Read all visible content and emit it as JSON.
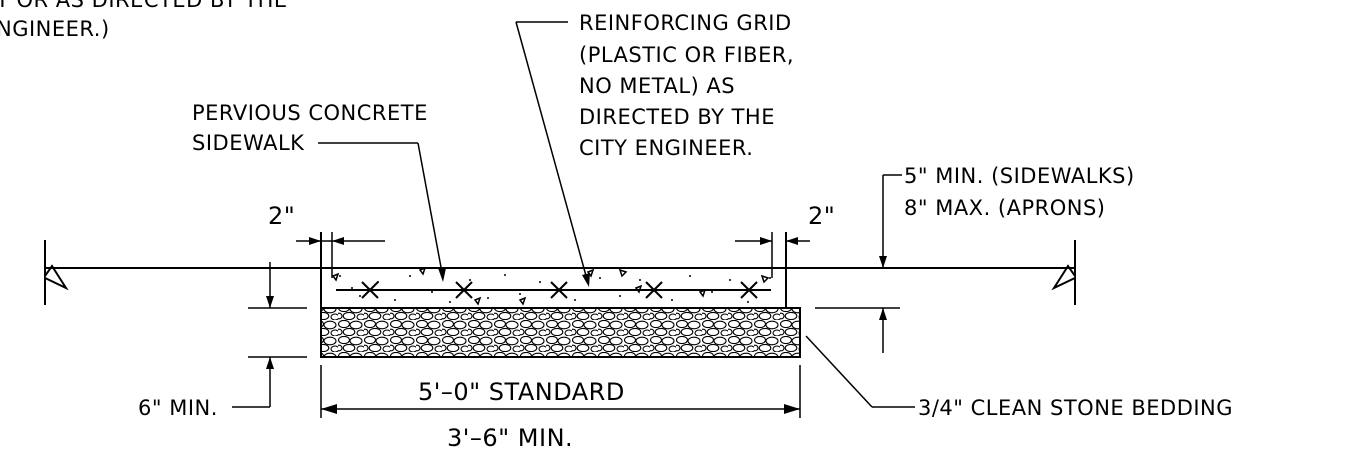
{
  "notes": {
    "top_left_line1": "T OR AS DIRECTED BY THE",
    "top_left_line2": "NGINEER.)",
    "grid_line1": "REINFORCING GRID",
    "grid_line2": "(PLASTIC OR FIBER,",
    "grid_line3": "NO METAL) AS",
    "grid_line4": "DIRECTED BY THE",
    "grid_line5": "CITY ENGINEER.",
    "sidewalk_line1": "PERVIOUS CONCRETE",
    "sidewalk_line2": "SIDEWALK",
    "thickness_line1": "5\" MIN. (SIDEWALKS)",
    "thickness_line2": "8\" MAX. (APRONS)",
    "stone": "3/4\" CLEAN STONE BEDDING"
  },
  "dimensions": {
    "left_offset": "2\"",
    "right_offset": "2\"",
    "base_depth": "6\" MIN.",
    "width_standard": "5'–0\" STANDARD",
    "width_min": "3'–6\" MIN."
  }
}
